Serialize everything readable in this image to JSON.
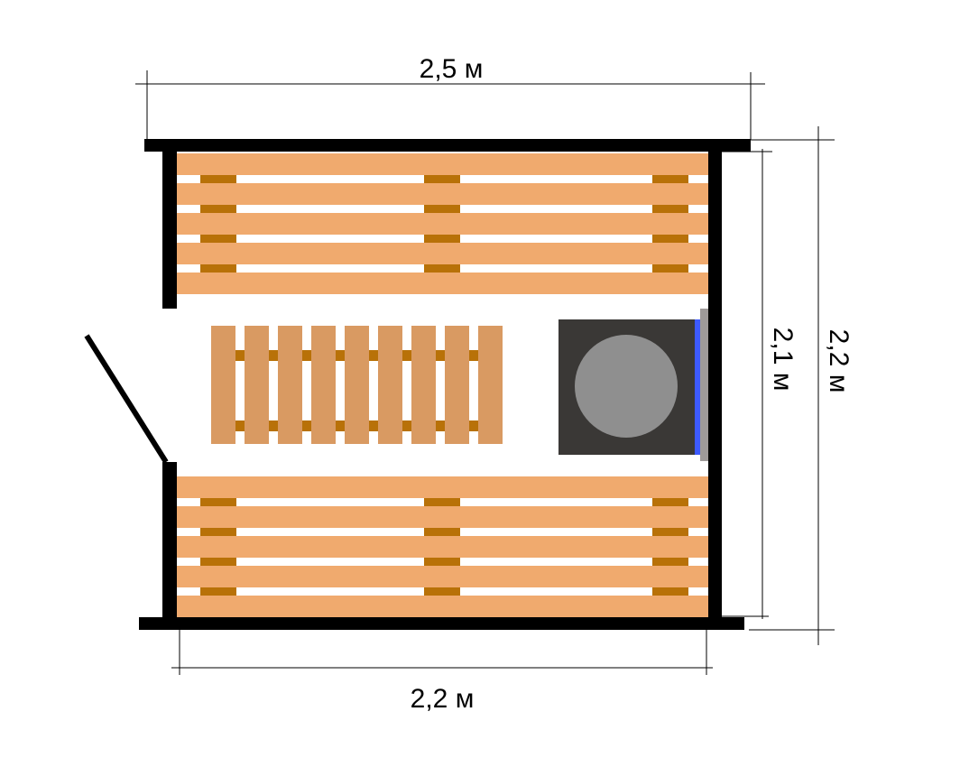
{
  "dimensions": {
    "top_width": "2,5 м",
    "bottom_width": "2,2 м",
    "inner_height": "2,1 м",
    "outer_height": "2,2 м"
  },
  "colors": {
    "wall": "#000000",
    "bench_plank": "#f0aa6e",
    "bench_support": "#b87108",
    "floor_grate": "#d99a62",
    "stove_body": "#3a3836",
    "stove_stones": "#8f8f8f",
    "stove_screen": "#3d5afe",
    "stove_plate": "#9e9a99"
  },
  "elements": {
    "bench_plank_count": 5,
    "floor_slat_count": 9
  }
}
